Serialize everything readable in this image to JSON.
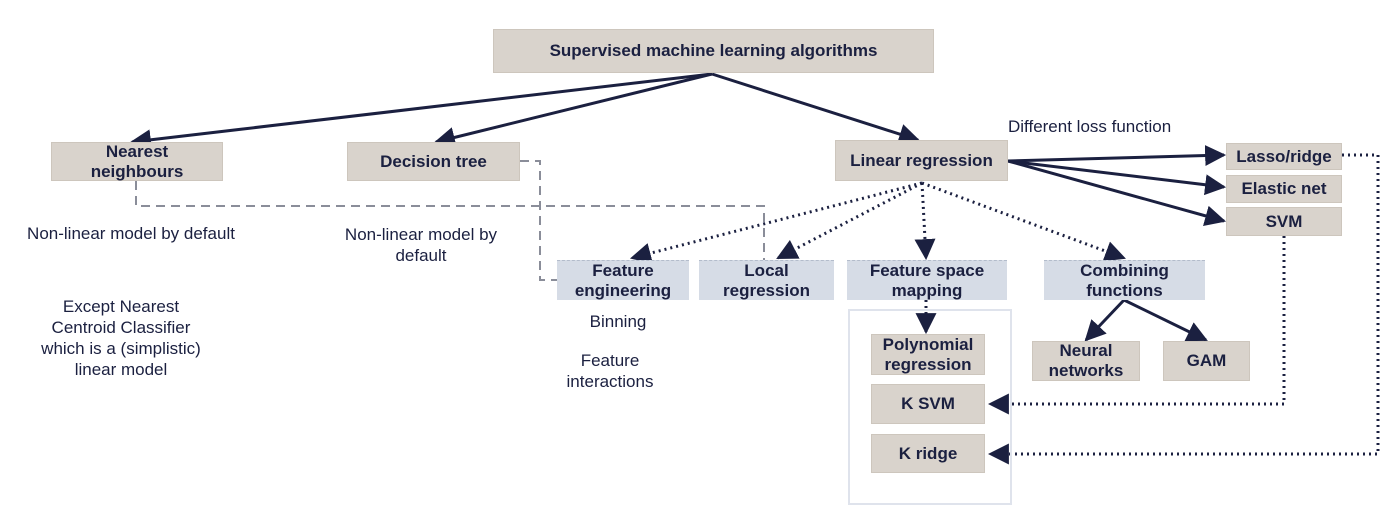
{
  "title": "Supervised machine learning algorithms",
  "nodes": {
    "nearest_neighbours": "Nearest neighbours",
    "decision_tree": "Decision tree",
    "linear_regression": "Linear regression",
    "lasso_ridge": "Lasso/ridge",
    "elastic_net": "Elastic net",
    "svm": "SVM",
    "feature_engineering": "Feature engineering",
    "local_regression": "Local regression",
    "feature_space_mapping": "Feature space mapping",
    "combining_functions": "Combining functions",
    "polynomial_regression": "Polynomial regression",
    "k_svm": "K SVM",
    "k_ridge": "K ridge",
    "neural_networks": "Neural networks",
    "gam": "GAM"
  },
  "annotations": {
    "different_loss_function": "Different loss function",
    "nonlinear_default_nn": "Non-linear model by default",
    "nonlinear_default_tree": "Non-linear model by default",
    "except_nearest_centroid": "Except Nearest Centroid Classifier which is a (simplistic) linear model",
    "binning": "Binning",
    "feature_interactions": "Feature interactions"
  },
  "colors": {
    "arrow": "#1b2040",
    "dashed_connector": "#8a8d99",
    "beige_box": "#d9d3cc",
    "blue_box": "#d6dce6"
  }
}
